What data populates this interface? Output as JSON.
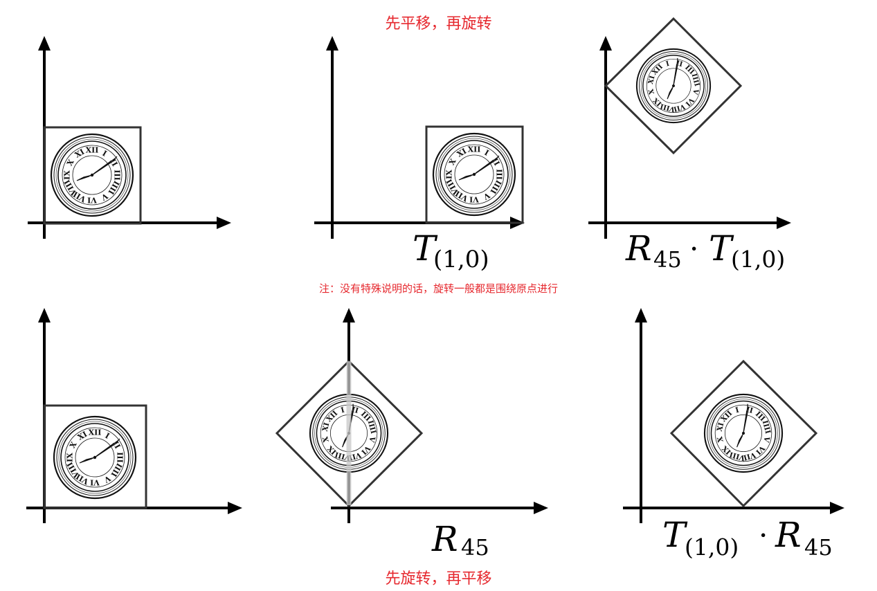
{
  "notes": {
    "top": "先平移，再旋转",
    "middle": "注：没有特殊说明的话，旋转一般都是围绕原点进行",
    "bottom": "先旋转，再平移"
  },
  "panels": {
    "top_left": {
      "label": ""
    },
    "top_middle": {
      "label_main": "T",
      "label_sub": "(1,0)"
    },
    "top_right": {
      "label_main": "R",
      "label_sub1": "45",
      "label_dot": "·",
      "label_main2": "T",
      "label_sub2": "(1,0)"
    },
    "bottom_left": {
      "label": ""
    },
    "bottom_middle": {
      "label_main": "R",
      "label_sub": "45"
    },
    "bottom_right": {
      "label_main": "T",
      "label_sub1": "(1,0)",
      "label_dot": "·",
      "label_main2": "R",
      "label_sub2": "45"
    }
  },
  "clock_numerals": [
    "XII",
    "I",
    "II",
    "III",
    "IIII",
    "V",
    "VI",
    "VII",
    "VIII",
    "IX",
    "X",
    "XI"
  ],
  "colors": {
    "note": "#e6282e",
    "axis": "#000000",
    "frame": "#333333",
    "ghost_axis": "#c8c8c8"
  }
}
